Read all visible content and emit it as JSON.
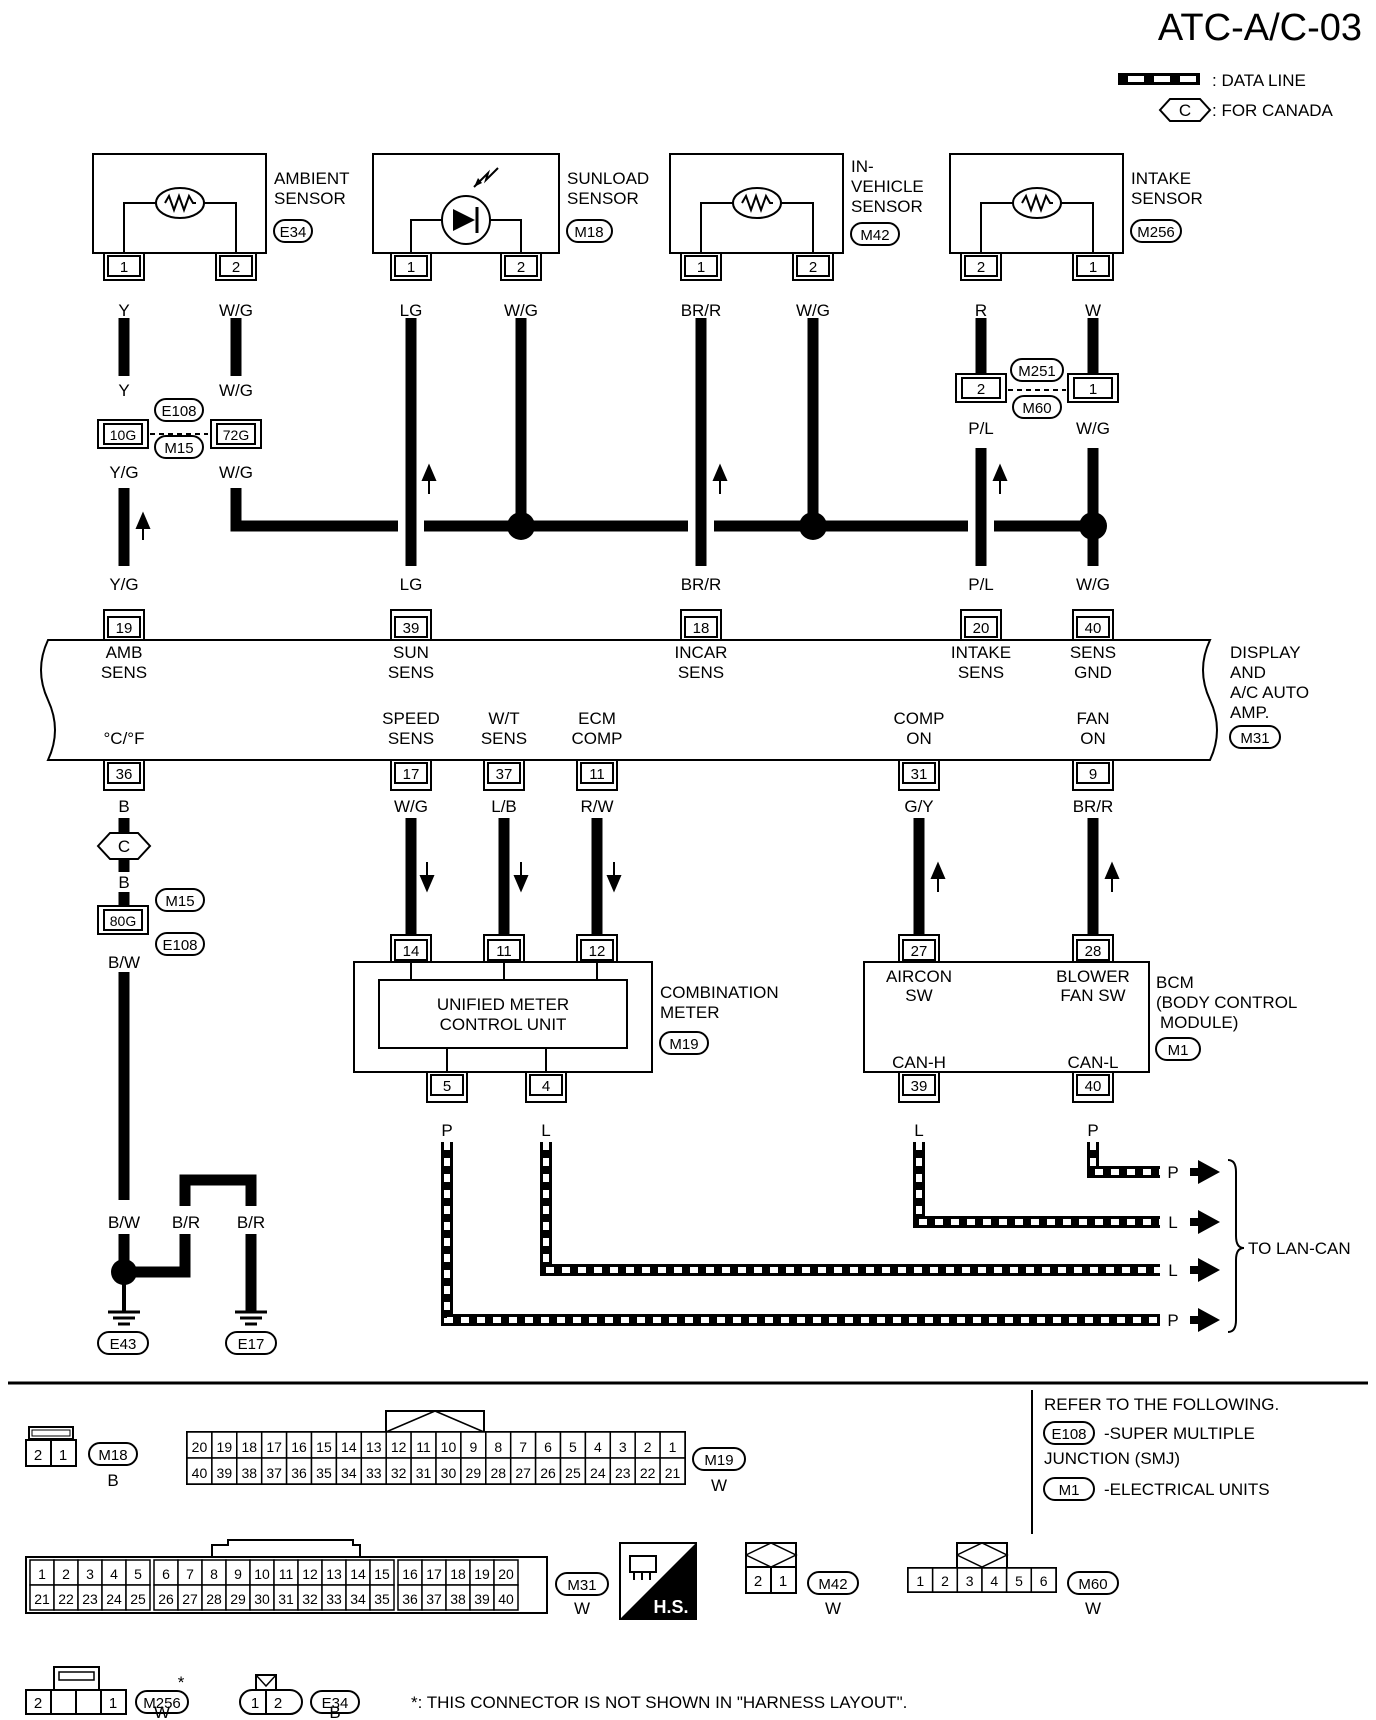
{
  "header": {
    "code": "ATC-A/C-03",
    "legend_data_line": ": DATA LINE",
    "legend_canada_symbol": "C",
    "legend_canada": ": FOR CANADA"
  },
  "sensors": {
    "ambient": {
      "name1": "AMBIENT",
      "name2": "SENSOR",
      "connector": "E34",
      "pin_a": "1",
      "pin_b": "2",
      "wire_a": "Y",
      "wire_b": "W/G"
    },
    "sunload": {
      "name1": "SUNLOAD",
      "name2": "SENSOR",
      "connector": "M18",
      "pin_a": "1",
      "pin_b": "2",
      "wire_a": "LG",
      "wire_b": "W/G"
    },
    "invehicle": {
      "name1": "IN-",
      "name2": "VEHICLE",
      "name3": "SENSOR",
      "connector": "M42",
      "pin_a": "1",
      "pin_b": "2",
      "wire_a": "BR/R",
      "wire_b": "W/G"
    },
    "intake": {
      "name1": "INTAKE",
      "name2": "SENSOR",
      "connector": "M256",
      "pin_a": "2",
      "pin_b": "1",
      "wire_a": "R",
      "wire_b": "W"
    }
  },
  "junctions": {
    "smj": {
      "top_conn": "E108",
      "bottom_conn": "M15",
      "pin_left": "10G",
      "pin_right": "72G",
      "wire_left_top": "Y",
      "wire_right_top": "W/G",
      "wire_left_bottom": "Y/G",
      "wire_right_bottom": "W/G"
    },
    "m251": {
      "top_conn": "M251",
      "bottom_conn": "M60",
      "pin_left": "2",
      "pin_right": "1",
      "wire_left_bottom": "P/L",
      "wire_right_bottom": "W/G"
    }
  },
  "amp": {
    "name1": "DISPLAY",
    "name2": "AND",
    "name3": "A/C AUTO",
    "name4": "AMP.",
    "connector": "M31",
    "top_pins": [
      {
        "pin": "19",
        "wire": "Y/G",
        "l1": "AMB",
        "l2": "SENS"
      },
      {
        "pin": "39",
        "wire": "LG",
        "l1": "SUN",
        "l2": "SENS"
      },
      {
        "pin": "18",
        "wire": "BR/R",
        "l1": "INCAR",
        "l2": "SENS"
      },
      {
        "pin": "20",
        "wire": "P/L",
        "l1": "INTAKE",
        "l2": "SENS"
      },
      {
        "pin": "40",
        "wire": "W/G",
        "l1": "SENS",
        "l2": "GND"
      }
    ],
    "bottom_pins": [
      {
        "pin": "36",
        "wire": "B",
        "l1": "",
        "l2": "°C/°F"
      },
      {
        "pin": "17",
        "wire": "W/G",
        "l1": "SPEED",
        "l2": "SENS"
      },
      {
        "pin": "37",
        "wire": "L/B",
        "l1": "W/T",
        "l2": "SENS"
      },
      {
        "pin": "11",
        "wire": "R/W",
        "l1": "ECM",
        "l2": "COMP"
      },
      {
        "pin": "31",
        "wire": "G/Y",
        "l1": "COMP",
        "l2": "ON"
      },
      {
        "pin": "9",
        "wire": "BR/R",
        "l1": "FAN",
        "l2": "ON"
      }
    ]
  },
  "ground": {
    "canada_symbol": "C",
    "wire_b2": "B",
    "m15": "M15",
    "pin_80g": "80G",
    "e108": "E108",
    "wire_bw": "B/W",
    "wire_bw2": "B/W",
    "wire_br1": "B/R",
    "wire_br2": "B/R",
    "e43": "E43",
    "e17": "E17"
  },
  "meter": {
    "pins_in": [
      "14",
      "11",
      "12"
    ],
    "inner1": "UNIFIED METER",
    "inner2": "CONTROL UNIT",
    "name1": "COMBINATION",
    "name2": "METER",
    "connector": "M19",
    "pins_out": [
      "5",
      "4"
    ],
    "wires_out": [
      "P",
      "L"
    ]
  },
  "bcm": {
    "pins_in": [
      "27",
      "28"
    ],
    "l1a": "AIRCON",
    "l1b": "SW",
    "l2a": "BLOWER",
    "l2b": "FAN SW",
    "l3": "CAN-H",
    "l4": "CAN-L",
    "name1": "BCM",
    "name2": "(BODY CONTROL",
    "name3": "MODULE)",
    "connector": "M1",
    "pins_out": [
      "39",
      "40"
    ],
    "wires_out": [
      "L",
      "P"
    ]
  },
  "lan": {
    "ends": [
      "P",
      "L",
      "L",
      "P"
    ],
    "label": "TO LAN-CAN"
  },
  "refer": {
    "title": "REFER TO THE FOLLOWING.",
    "e108": "E108",
    "e108_text1": "-SUPER MULTIPLE",
    "e108_text2": "JUNCTION (SMJ)",
    "m1": "M1",
    "m1_text": "-ELECTRICAL UNITS"
  },
  "connectors": {
    "m18": {
      "id": "M18",
      "color": "B",
      "pins": [
        "2",
        "1"
      ]
    },
    "m19": {
      "id": "M19",
      "color": "W",
      "row1": [
        "20",
        "19",
        "18",
        "17",
        "16",
        "15",
        "14",
        "13",
        "12",
        "11",
        "10",
        "9",
        "8",
        "7",
        "6",
        "5",
        "4",
        "3",
        "2",
        "1"
      ],
      "row2": [
        "40",
        "39",
        "38",
        "37",
        "36",
        "35",
        "34",
        "33",
        "32",
        "31",
        "30",
        "29",
        "28",
        "27",
        "26",
        "25",
        "24",
        "23",
        "22",
        "21"
      ]
    },
    "m31": {
      "id": "M31",
      "color": "W",
      "row1": [
        "1",
        "2",
        "3",
        "4",
        "5",
        "6",
        "7",
        "8",
        "9",
        "10",
        "11",
        "12",
        "13",
        "14",
        "15",
        "16",
        "17",
        "18",
        "19",
        "20"
      ],
      "row2": [
        "21",
        "22",
        "23",
        "24",
        "25",
        "26",
        "27",
        "28",
        "29",
        "30",
        "31",
        "32",
        "33",
        "34",
        "35",
        "36",
        "37",
        "38",
        "39",
        "40"
      ]
    },
    "hs": "H.S.",
    "m42": {
      "id": "M42",
      "color": "W",
      "pins": [
        "2",
        "1"
      ]
    },
    "m60": {
      "id": "M60",
      "color": "W",
      "pins": [
        "1",
        "2",
        "3",
        "4",
        "5",
        "6"
      ]
    },
    "m256": {
      "id": "M256",
      "color": "W",
      "pins": [
        "2",
        "",
        "1"
      ],
      "star": "*"
    },
    "e34": {
      "id": "E34",
      "color": "B",
      "pins": [
        "1",
        "2"
      ]
    },
    "footnote": "*: THIS CONNECTOR IS NOT SHOWN IN \"HARNESS LAYOUT\"."
  }
}
